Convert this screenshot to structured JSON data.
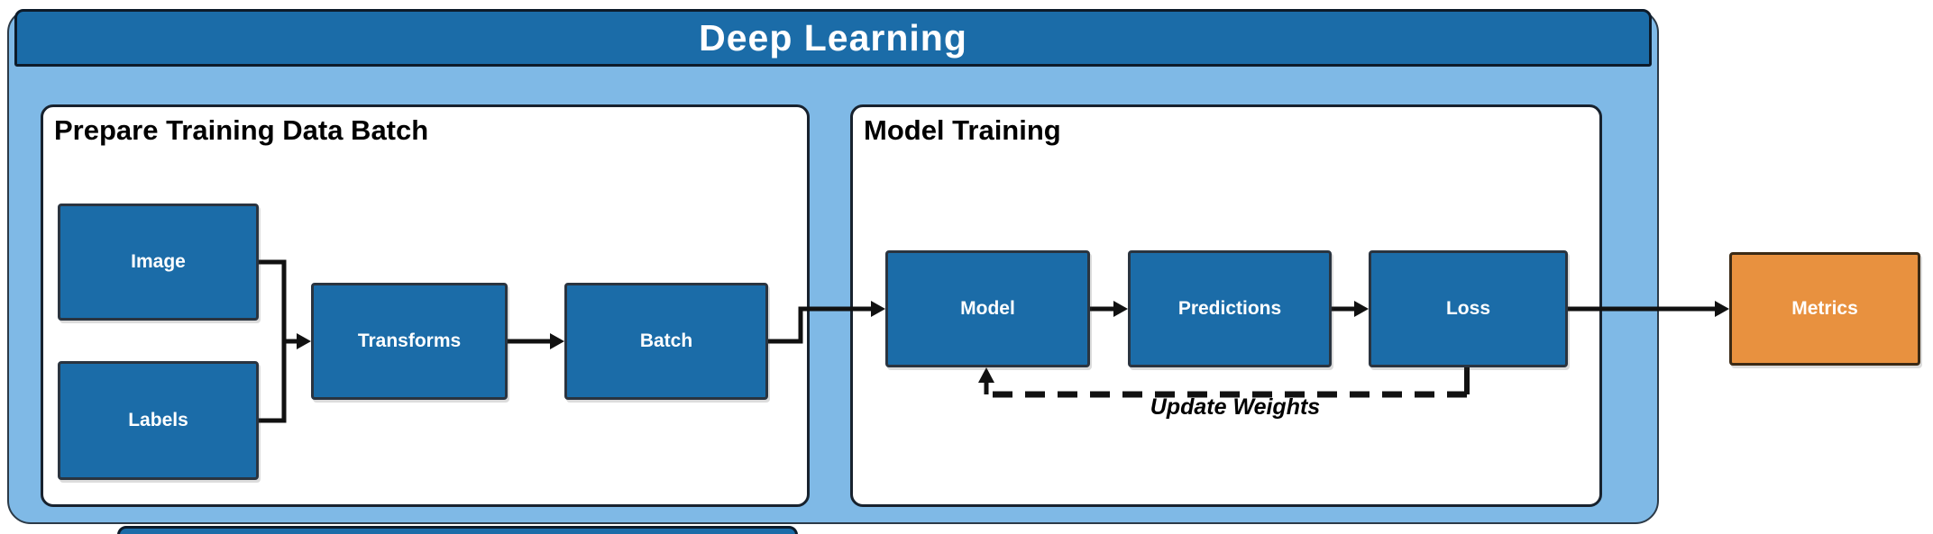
{
  "diagram": {
    "title": "Deep Learning",
    "sections": {
      "prepare": {
        "title": "Prepare Training Data Batch",
        "nodes": {
          "image": "Image",
          "labels": "Labels",
          "transforms": "Transforms",
          "batch": "Batch"
        }
      },
      "training": {
        "title": "Model Training",
        "nodes": {
          "model": "Model",
          "predictions": "Predictions",
          "loss": "Loss"
        },
        "feedback_label": "Update Weights"
      }
    },
    "output_node": "Metrics",
    "colors": {
      "node_fill": "#1B6CA8",
      "container_fill": "#7FB9E6",
      "output_fill": "#E8913F",
      "connector": "#111111",
      "panel_fill": "#FFFFFF"
    }
  }
}
